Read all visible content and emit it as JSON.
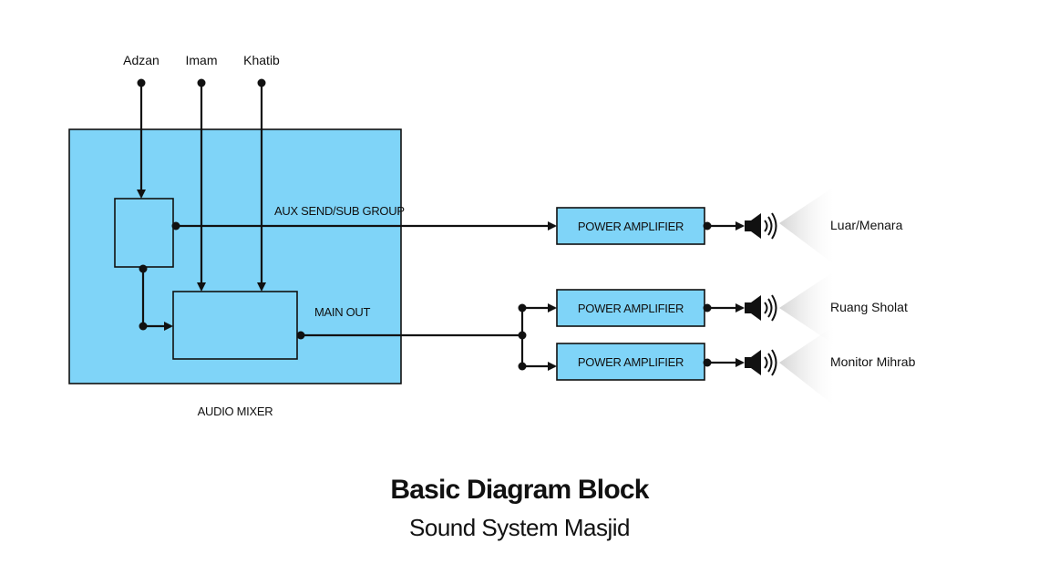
{
  "title": "Basic Diagram Block",
  "subtitle": "Sound System Masjid",
  "inputs": [
    "Adzan",
    "Imam",
    "Khatib"
  ],
  "mixer": {
    "label": "AUDIO MIXER",
    "aux_label": "AUX SEND/SUB GROUP",
    "main_label": "MAIN OUT"
  },
  "amplifier_label": "POWER AMPLIFIER",
  "outputs": [
    "Luar/Menara",
    "Ruang Sholat",
    "Monitor Mihrab"
  ],
  "colors": {
    "block_fill": "#7fd4f8",
    "line": "#111111",
    "beam": "#d6d6d6"
  }
}
